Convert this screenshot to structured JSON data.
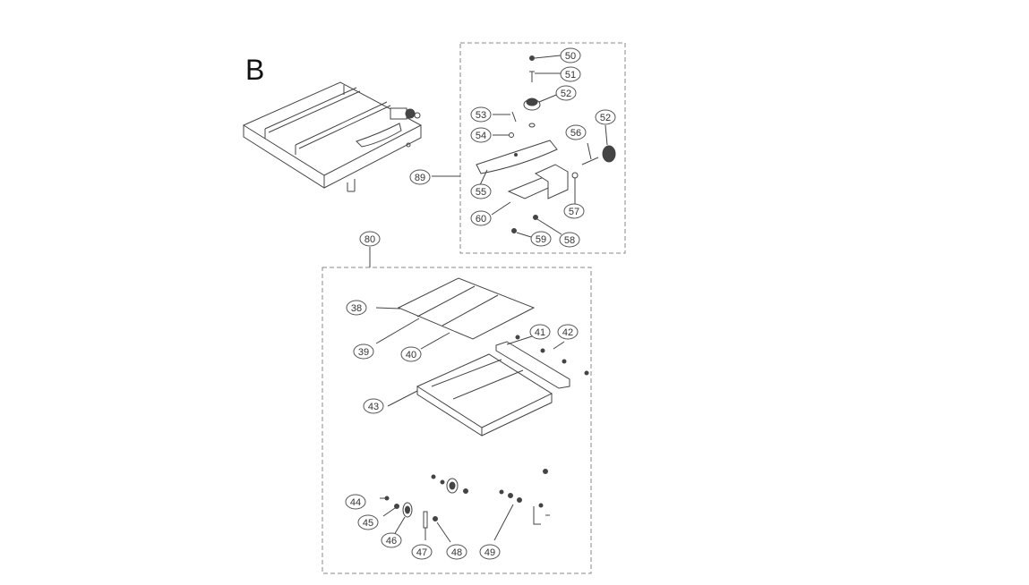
{
  "section_letter": "B",
  "colors": {
    "line": "#444444",
    "bubble": "#555555",
    "dash": "#888888"
  },
  "callouts": [
    {
      "id": "50"
    },
    {
      "id": "51"
    },
    {
      "id": "52"
    },
    {
      "id": "52"
    },
    {
      "id": "53"
    },
    {
      "id": "54"
    },
    {
      "id": "56"
    },
    {
      "id": "89"
    },
    {
      "id": "55"
    },
    {
      "id": "57"
    },
    {
      "id": "60"
    },
    {
      "id": "59"
    },
    {
      "id": "58"
    },
    {
      "id": "80"
    },
    {
      "id": "38"
    },
    {
      "id": "39"
    },
    {
      "id": "40"
    },
    {
      "id": "41"
    },
    {
      "id": "42"
    },
    {
      "id": "43"
    },
    {
      "id": "44"
    },
    {
      "id": "45"
    },
    {
      "id": "46"
    },
    {
      "id": "47"
    },
    {
      "id": "48"
    },
    {
      "id": "49"
    }
  ]
}
